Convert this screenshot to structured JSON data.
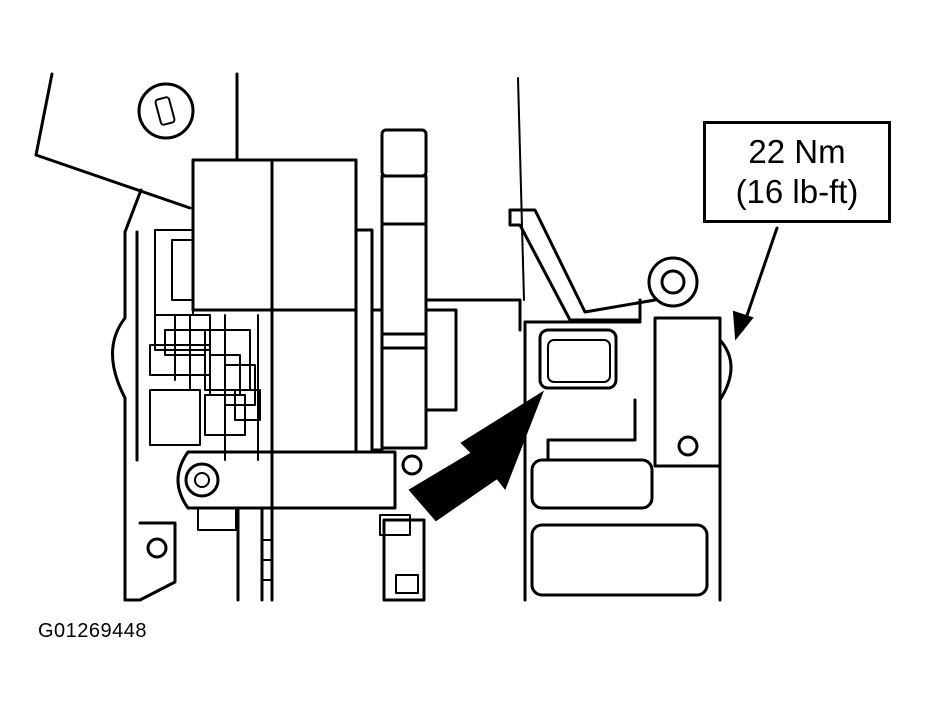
{
  "torque_callout": {
    "metric": "22 Nm",
    "imperial": "(16 lb-ft)"
  },
  "figure_id": "G01269448"
}
